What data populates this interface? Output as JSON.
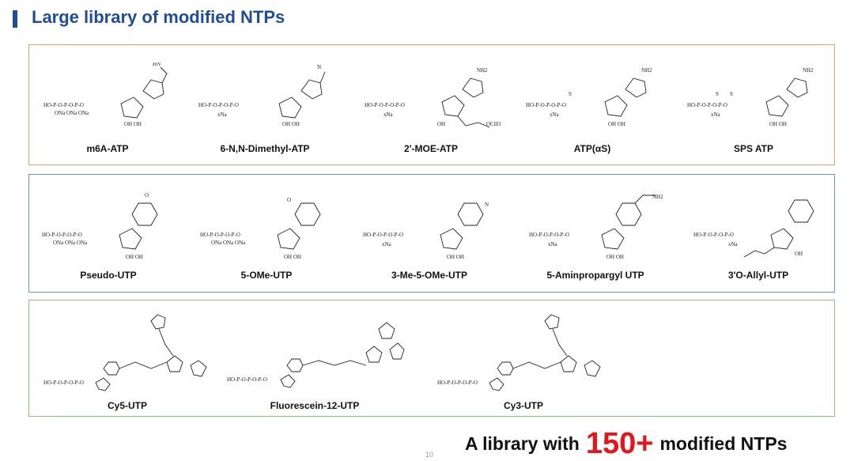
{
  "title": "Large library of modified NTPs",
  "panels": [
    {
      "items": [
        "m6A-ATP",
        "6-N,N-Dimethyl-ATP",
        "2'-MOE-ATP",
        "ATP(αS)",
        "SPS ATP"
      ]
    },
    {
      "items": [
        "Pseudo-UTP",
        "5-OMe-UTP",
        "3-Me-5-OMe-UTP",
        "5-Aminpropargyl UTP",
        "3'O-Allyl-UTP"
      ]
    },
    {
      "items": [
        "Cy5-UTP",
        "Fluorescein-12-UTP",
        "Cy3-UTP"
      ]
    }
  ],
  "footer": {
    "pre": "A library with",
    "count": "150+",
    "post": "modified NTPs"
  },
  "page_number": "10",
  "colors": {
    "title": "#1f4e96",
    "panel1": "#e8a06a",
    "panel2": "#7090c8",
    "panel3": "#8cc27a",
    "highlight": "#e3161b"
  }
}
